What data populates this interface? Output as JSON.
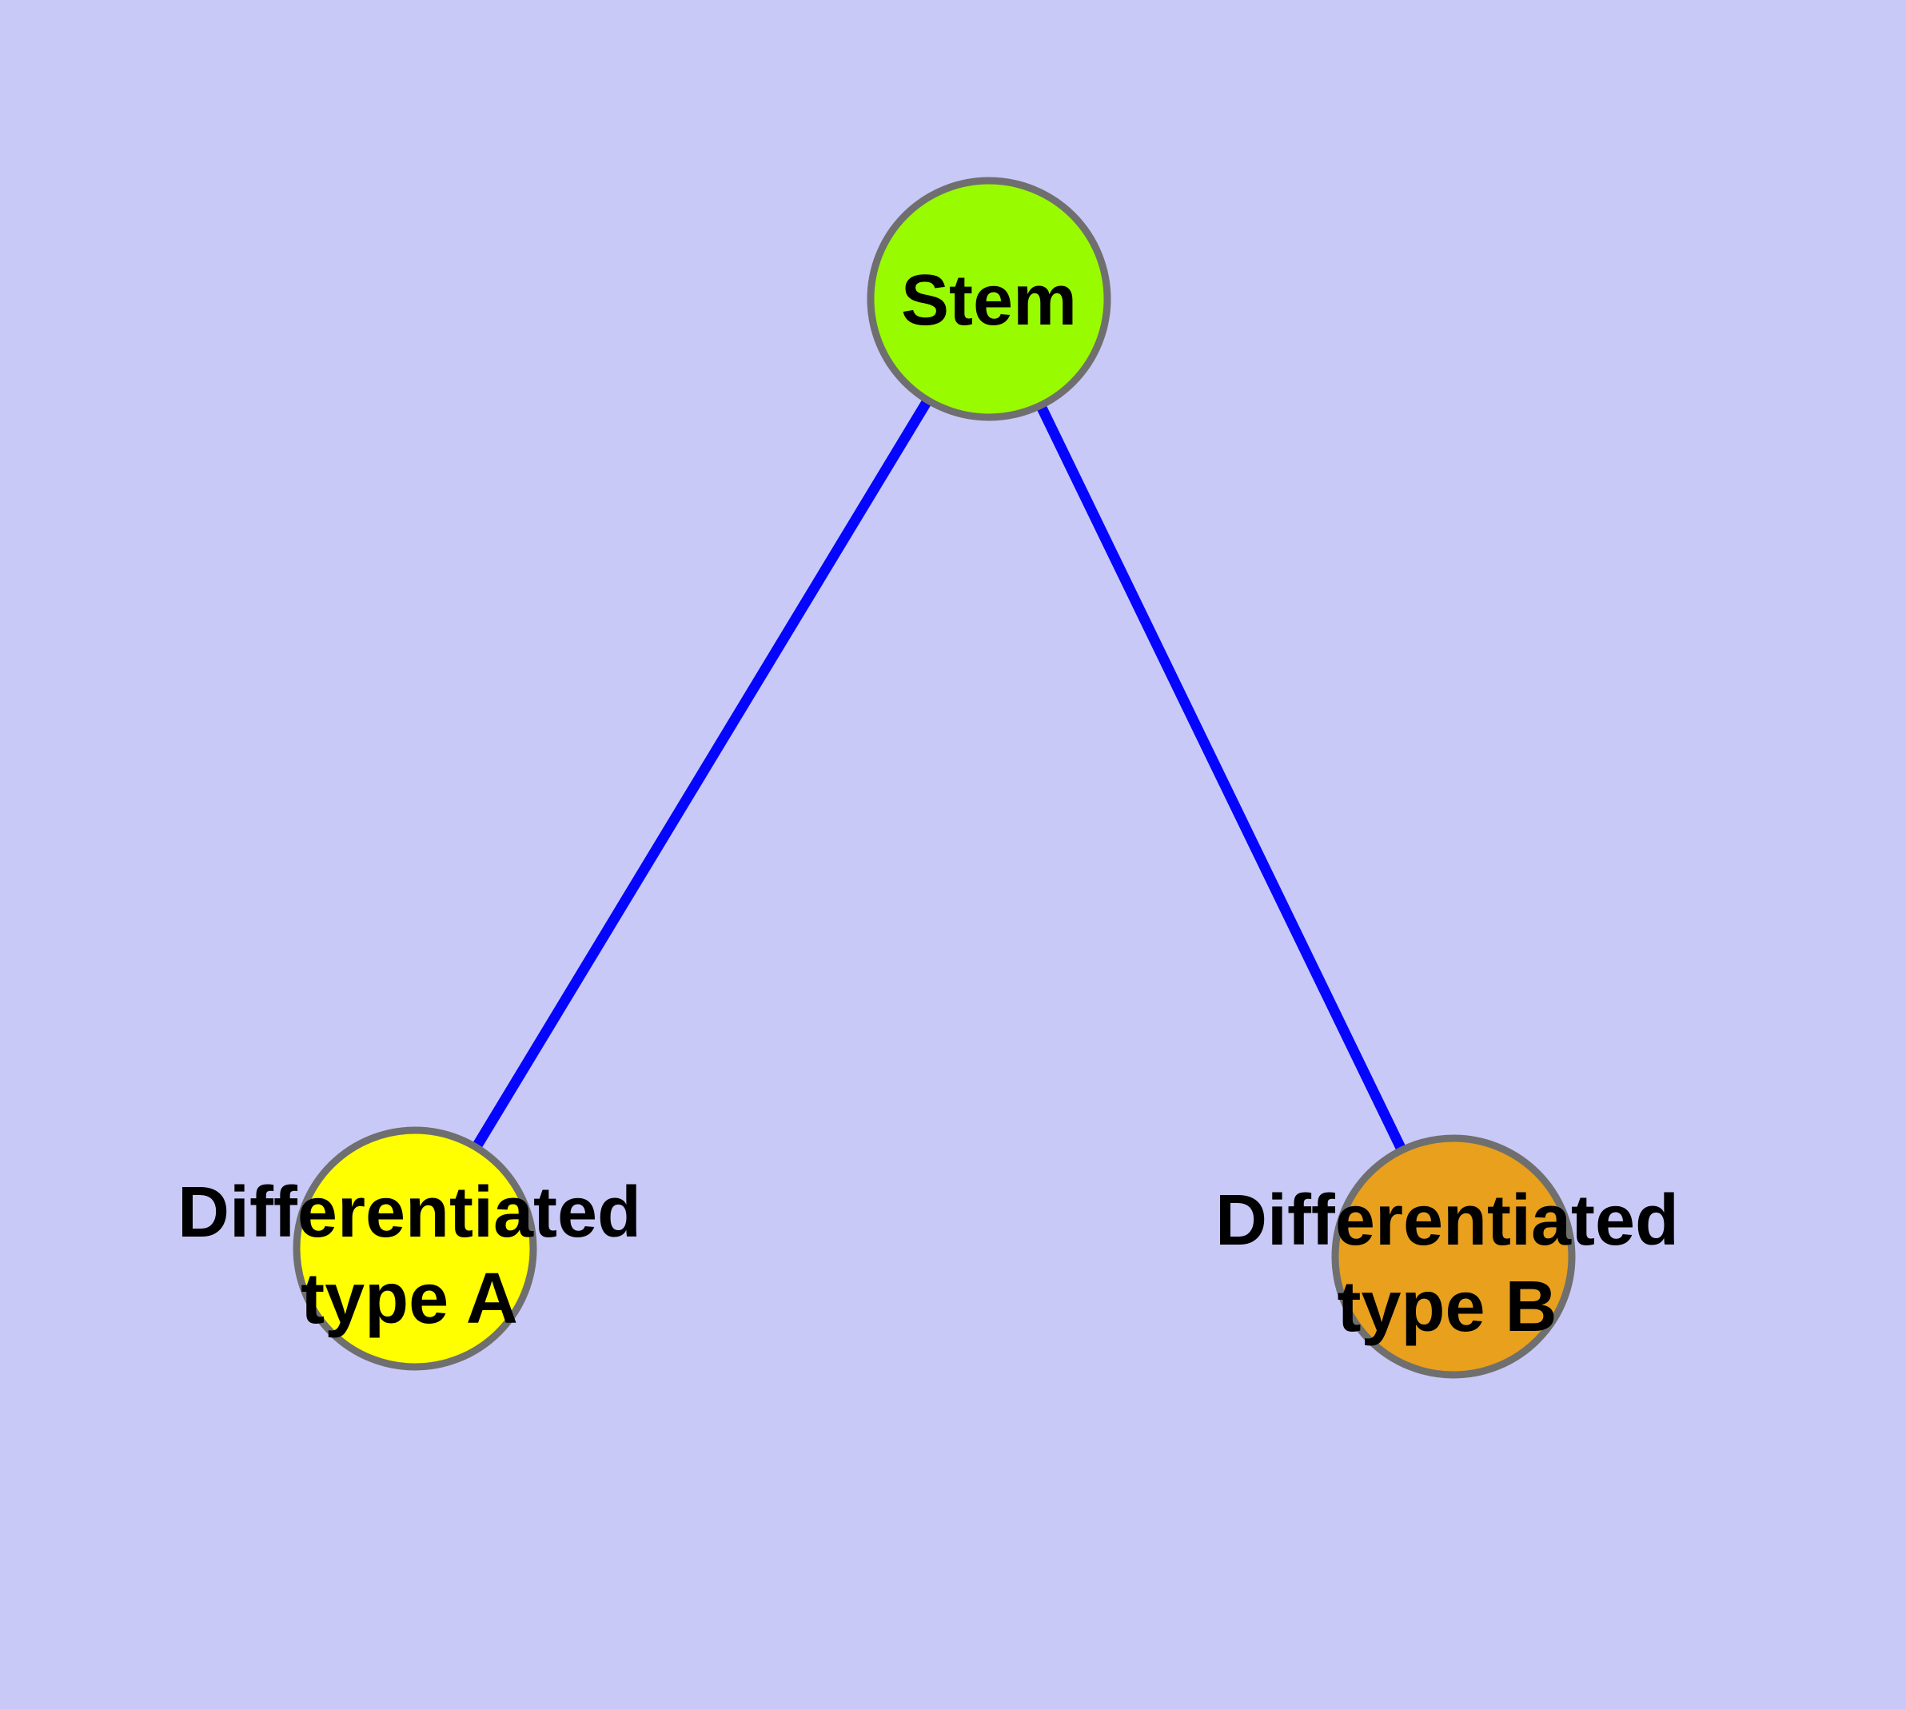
{
  "diagram": {
    "type": "graph",
    "background_color": "#C9C9F8",
    "edge_color": "#0404FF",
    "node_border_color": "#6F6F6F",
    "label_color": "#000000",
    "nodes": [
      {
        "id": "stem",
        "label": "Stem",
        "label_line1": "Stem",
        "label_line2": "",
        "fill": "#99FB00"
      },
      {
        "id": "type-a",
        "label": "Differentiated type A",
        "label_line1": "Differentiated",
        "label_line2": "type A",
        "fill": "#FFFF00"
      },
      {
        "id": "type-b",
        "label": "Differentiated type B",
        "label_line1": "Differentiated",
        "label_line2": "type B",
        "fill": "#E8A01D"
      }
    ],
    "edges": [
      {
        "from": "Stem",
        "to": "Differentiated type A"
      },
      {
        "from": "Stem",
        "to": "Differentiated type B"
      }
    ]
  }
}
